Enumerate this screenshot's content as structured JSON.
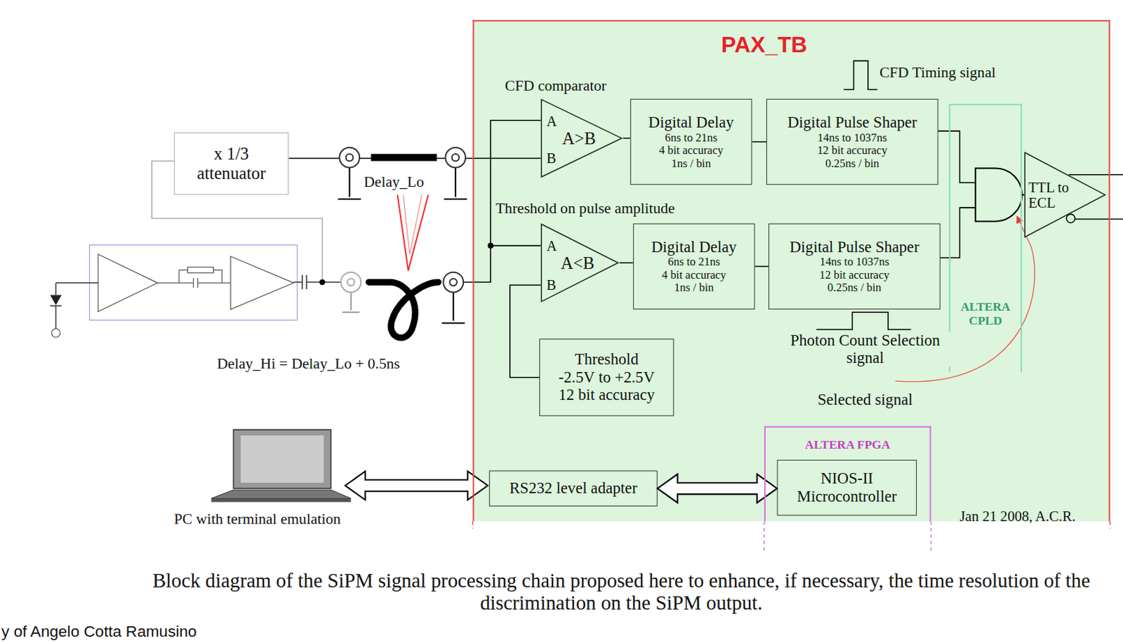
{
  "diagram": {
    "caption": "Block diagram of the SiPM signal processing chain proposed here to enhance, if necessary, the time resolution of the discrimination on the SiPM output.",
    "nodes": [
      {
        "text": [
          "x 1/3 attenuator"
        ]
      },
      {
        "text": [
          "PAX_TB"
        ]
      },
      {
        "text": [
          "A>B"
        ],
        "in": 1
      },
      {
        "text": [
          "Digital Delay",
          "6ns to 21ns",
          "4 bit accuracy",
          "1ns / bin"
        ],
        "in": 1
      },
      {
        "text": [
          "Digital Pulse Shaper",
          "14ns to 1037ns",
          "12 bit accuracy",
          "0.25ns / bin"
        ],
        "in": 1
      },
      {
        "text": [
          "A<B"
        ],
        "in": 1
      },
      {
        "text": [
          "Digital Delay",
          "6ns to 21ns",
          "4 bit accuracy",
          "1ns / bin"
        ],
        "in": 1
      },
      {
        "text": [
          "Digital Pulse Shaper",
          "14ns to 1037ns",
          "12 bit accuracy",
          "0.25ns / bin"
        ],
        "in": 1
      },
      {
        "text": [
          "Threshold",
          "-2.5V to +2.5V",
          "12 bit accuracy"
        ],
        "in": 1
      },
      {
        "text": [
          "ALTERA CPLD"
        ],
        "in": 1
      },
      {
        "text": [
          "TTL to ECL"
        ],
        "in": 1
      },
      {
        "text": [
          "RS232 level adapter"
        ],
        "in": 1
      },
      {
        "text": [
          "ALTERA FPGA"
        ],
        "in": 1
      },
      {
        "text": [
          "NIOS-II Microcontroller"
        ],
        "in": 12
      }
    ],
    "edges": [
      {
        "from": 0,
        "to": 2,
        "arrow": "none"
      },
      {
        "from": 2,
        "to": 3,
        "arrow": "none"
      },
      {
        "from": 3,
        "to": 4,
        "arrow": "none"
      },
      {
        "from": 8,
        "to": 5,
        "arrow": "none"
      },
      {
        "from": 5,
        "to": 6,
        "arrow": "none"
      },
      {
        "from": 6,
        "to": 7,
        "arrow": "none"
      },
      {
        "from": 4,
        "to": 10,
        "arrow": "none"
      },
      {
        "from": 7,
        "to": 10,
        "arrow": "none"
      },
      {
        "from": 11,
        "to": 13,
        "arrow": "both"
      }
    ],
    "labels": [
      "CFD comparator",
      "A",
      "B",
      "CFD Timing signal",
      "Threshold on pulse amplitude",
      "A",
      "B",
      "Delay_Lo",
      "Delay_Hi = Delay_Lo + 0.5ns",
      "Photon Count Selection signal",
      "Selected signal",
      "PC with terminal emulation",
      "Jan 21 2008, A.C.R.",
      "y of Angelo Cotta Ramusino"
    ]
  }
}
